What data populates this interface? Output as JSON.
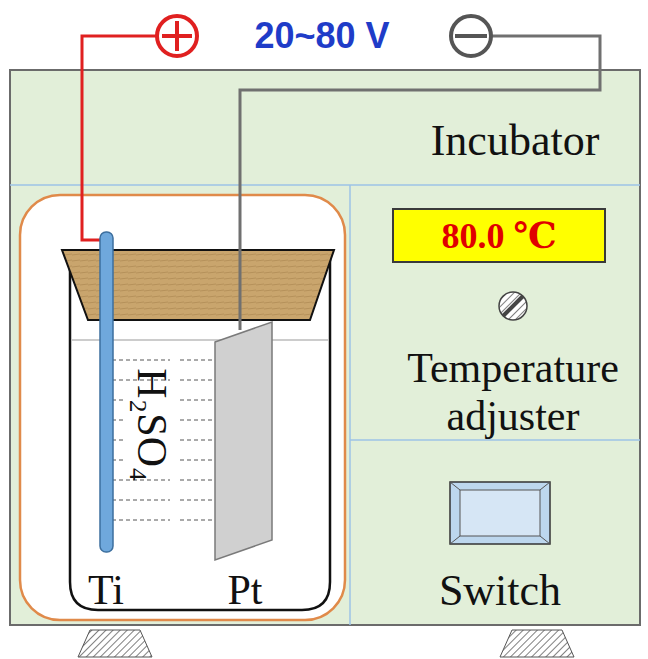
{
  "diagram": {
    "nodes": [
      {
        "text": [
          "80.0 ℃"
        ]
      }
    ],
    "labels": [
      "20~80 V",
      "Incubator",
      "H₂SO₄",
      "Temperature adjuster",
      "Ti",
      "Pt",
      "Switch"
    ]
  }
}
